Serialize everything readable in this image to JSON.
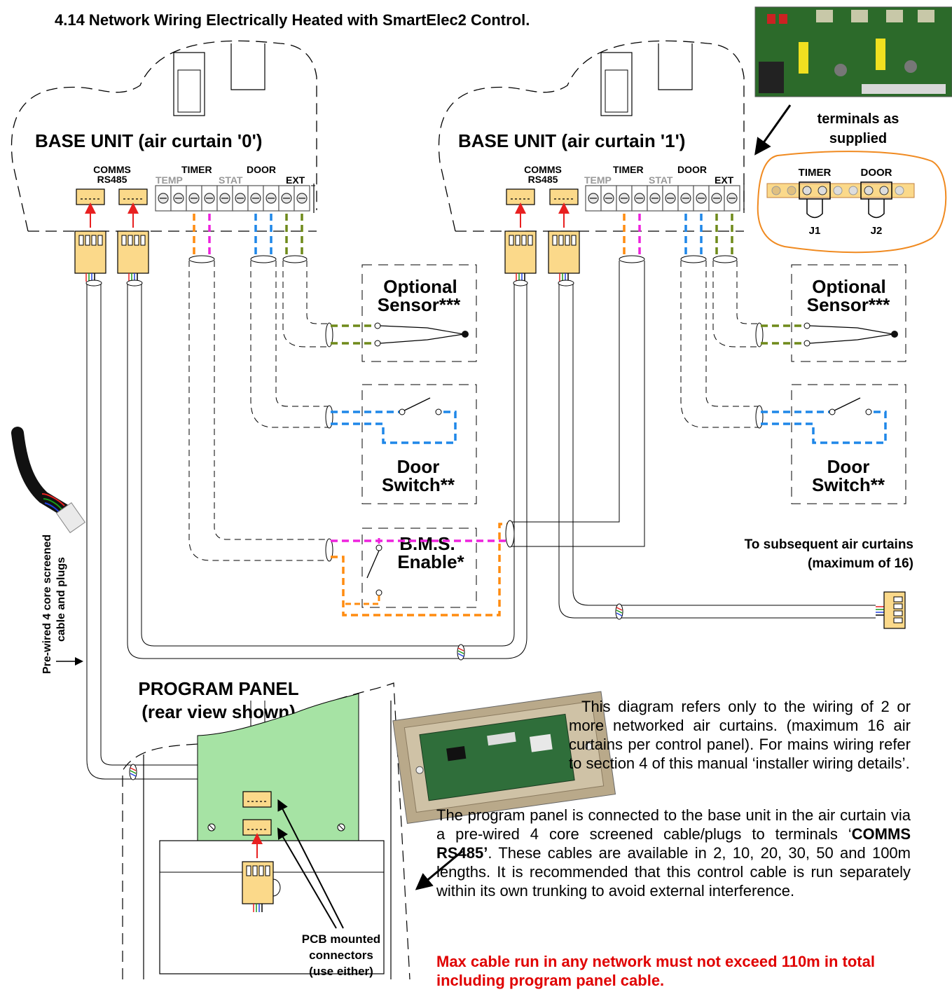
{
  "title": "4.14 Network Wiring Electrically Heated with SmartElec2 Control.",
  "colors": {
    "timer_orange": "#ff8c10",
    "bms_magenta": "#ee22dd",
    "door_blue": "#1f87e8",
    "ext_olive": "#6f8a1a",
    "plug_yellow": "#fbd98a",
    "pcb_green": "#a6e3a4",
    "warning_red": "#e00000",
    "arrow_red": "#e82020"
  },
  "base_units": [
    {
      "title": "BASE UNIT (air curtain '0')",
      "comms_label_1": "COMMS",
      "comms_label_2": "RS485",
      "terminal_labels": {
        "temp": "TEMP",
        "timer": "TIMER",
        "stat": "STAT",
        "door": "DOOR",
        "ext": "EXT"
      }
    },
    {
      "title": "BASE UNIT (air curtain '1')",
      "comms_label_1": "COMMS",
      "comms_label_2": "RS485",
      "terminal_labels": {
        "temp": "TEMP",
        "timer": "TIMER",
        "stat": "STAT",
        "door": "DOOR",
        "ext": "EXT"
      }
    }
  ],
  "devices": {
    "optional_sensor_1": "Optional",
    "optional_sensor_2": "Sensor***",
    "door_switch_1": "Door",
    "door_switch_2": "Switch**",
    "bms_1": "B.M.S.",
    "bms_2": "Enable*"
  },
  "terminals_callout": {
    "title_1": "terminals as",
    "title_2": "supplied",
    "timer": "TIMER",
    "door": "DOOR",
    "j1": "J1",
    "j2": "J2"
  },
  "subsequent_1": "To subsequent air curtains",
  "subsequent_2": "(maximum of 16)",
  "cable_side_1": "Pre-wired 4 core screened",
  "cable_side_2": "cable and plugs",
  "program_panel_1": "PROGRAM PANEL",
  "program_panel_2": "(rear view shown)",
  "pcb_connectors_1": "PCB mounted",
  "pcb_connectors_2": "connectors",
  "pcb_connectors_3": "(use either)",
  "para1": "This diagram refers only to the wiring of 2 or more networked air curtains. (maximum 16 air curtains per control panel). For mains wiring refer to section 4 of this manual ‘installer wiring details’.",
  "para2a": "The program panel is connected to the base unit in the air curtain via a pre-wired 4 core screened cable/plugs to terminals ‘",
  "para2b": "COMMS RS485’",
  "para2c": ". These cables are available in 2, 10, 20, 30, 50 and 100m lengths. It is recommended that this control cable is run separately within its own trunking to avoid external interference.",
  "warning": "Max cable run in any network must not exceed 110m in total including program panel cable."
}
